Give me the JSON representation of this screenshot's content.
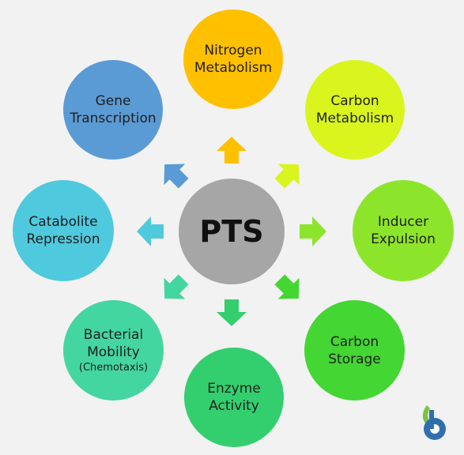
{
  "center": {
    "label": "PTS",
    "color": "#a6a6a6"
  },
  "nodes": [
    {
      "id": "nitrogen-metabolism",
      "lines": [
        "Nitrogen",
        "Metabolism"
      ],
      "color": "#ffc000"
    },
    {
      "id": "carbon-metabolism",
      "lines": [
        "Carbon",
        "Metabolism"
      ],
      "color": "#d9f51d"
    },
    {
      "id": "inducer-expulsion",
      "lines": [
        "Inducer",
        "Expulsion"
      ],
      "color": "#8de52b"
    },
    {
      "id": "carbon-storage",
      "lines": [
        "Carbon",
        "Storage"
      ],
      "color": "#44d632"
    },
    {
      "id": "enzyme-activity",
      "lines": [
        "Enzyme",
        "Activity"
      ],
      "color": "#33cf6e"
    },
    {
      "id": "bacterial-mobility",
      "lines": [
        "Bacterial",
        "Mobility",
        "(Chemotaxis)"
      ],
      "color": "#44d6a0"
    },
    {
      "id": "catabolite-repression",
      "lines": [
        "Catabolite",
        "Repression"
      ],
      "color": "#4fc9dd"
    },
    {
      "id": "gene-transcription",
      "lines": [
        "Gene",
        "Transcription"
      ],
      "color": "#5b9bd5"
    }
  ],
  "logo": {
    "icon": "biology-dictionary-logo",
    "colors": [
      "#2f6fae",
      "#7dc242"
    ]
  }
}
